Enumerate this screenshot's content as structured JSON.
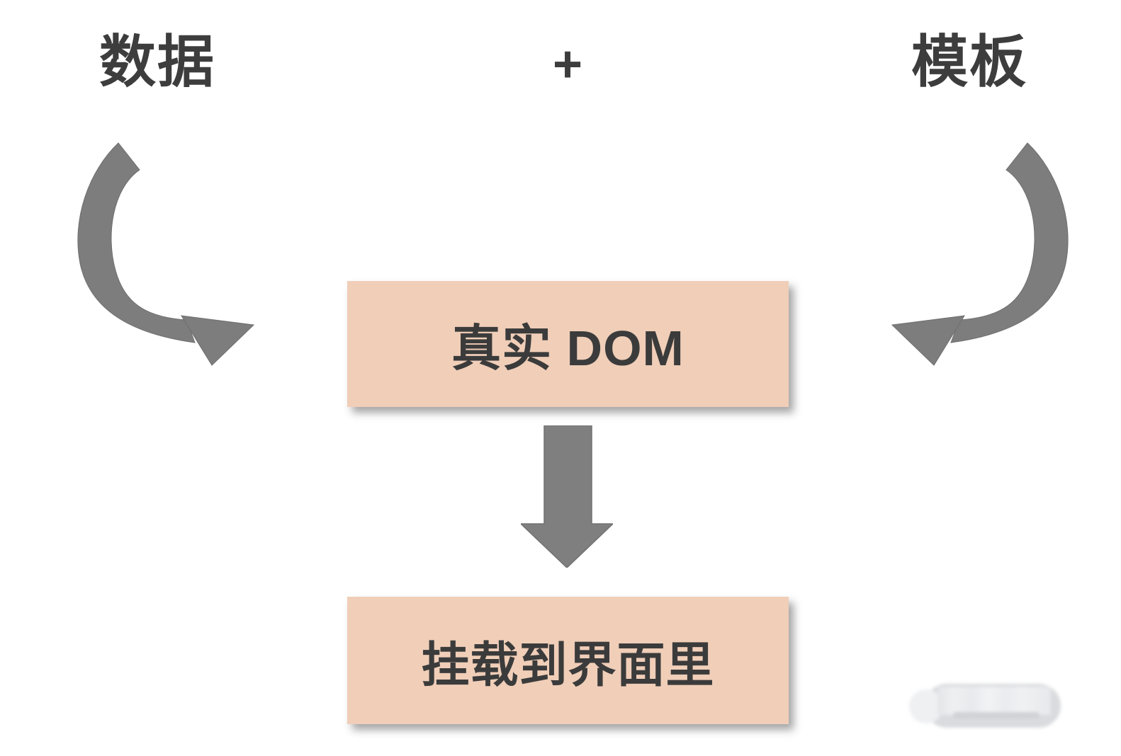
{
  "diagram": {
    "top_left_label": "数据",
    "plus_sign": "+",
    "top_right_label": "模板",
    "center_box_label": "真实 DOM",
    "bottom_box_label": "挂载到界面里"
  },
  "icons": {
    "left_arrow": "curved-arrow-down-right",
    "right_arrow": "curved-arrow-down-left",
    "down_arrow": "block-arrow-down"
  },
  "colors": {
    "background": "#ffffff",
    "box_fill": "#f0ceb8",
    "text_dark": "#3d3d3d",
    "arrow_gray": "#7d7d7d",
    "watermark_gray": "#d9dbde"
  }
}
